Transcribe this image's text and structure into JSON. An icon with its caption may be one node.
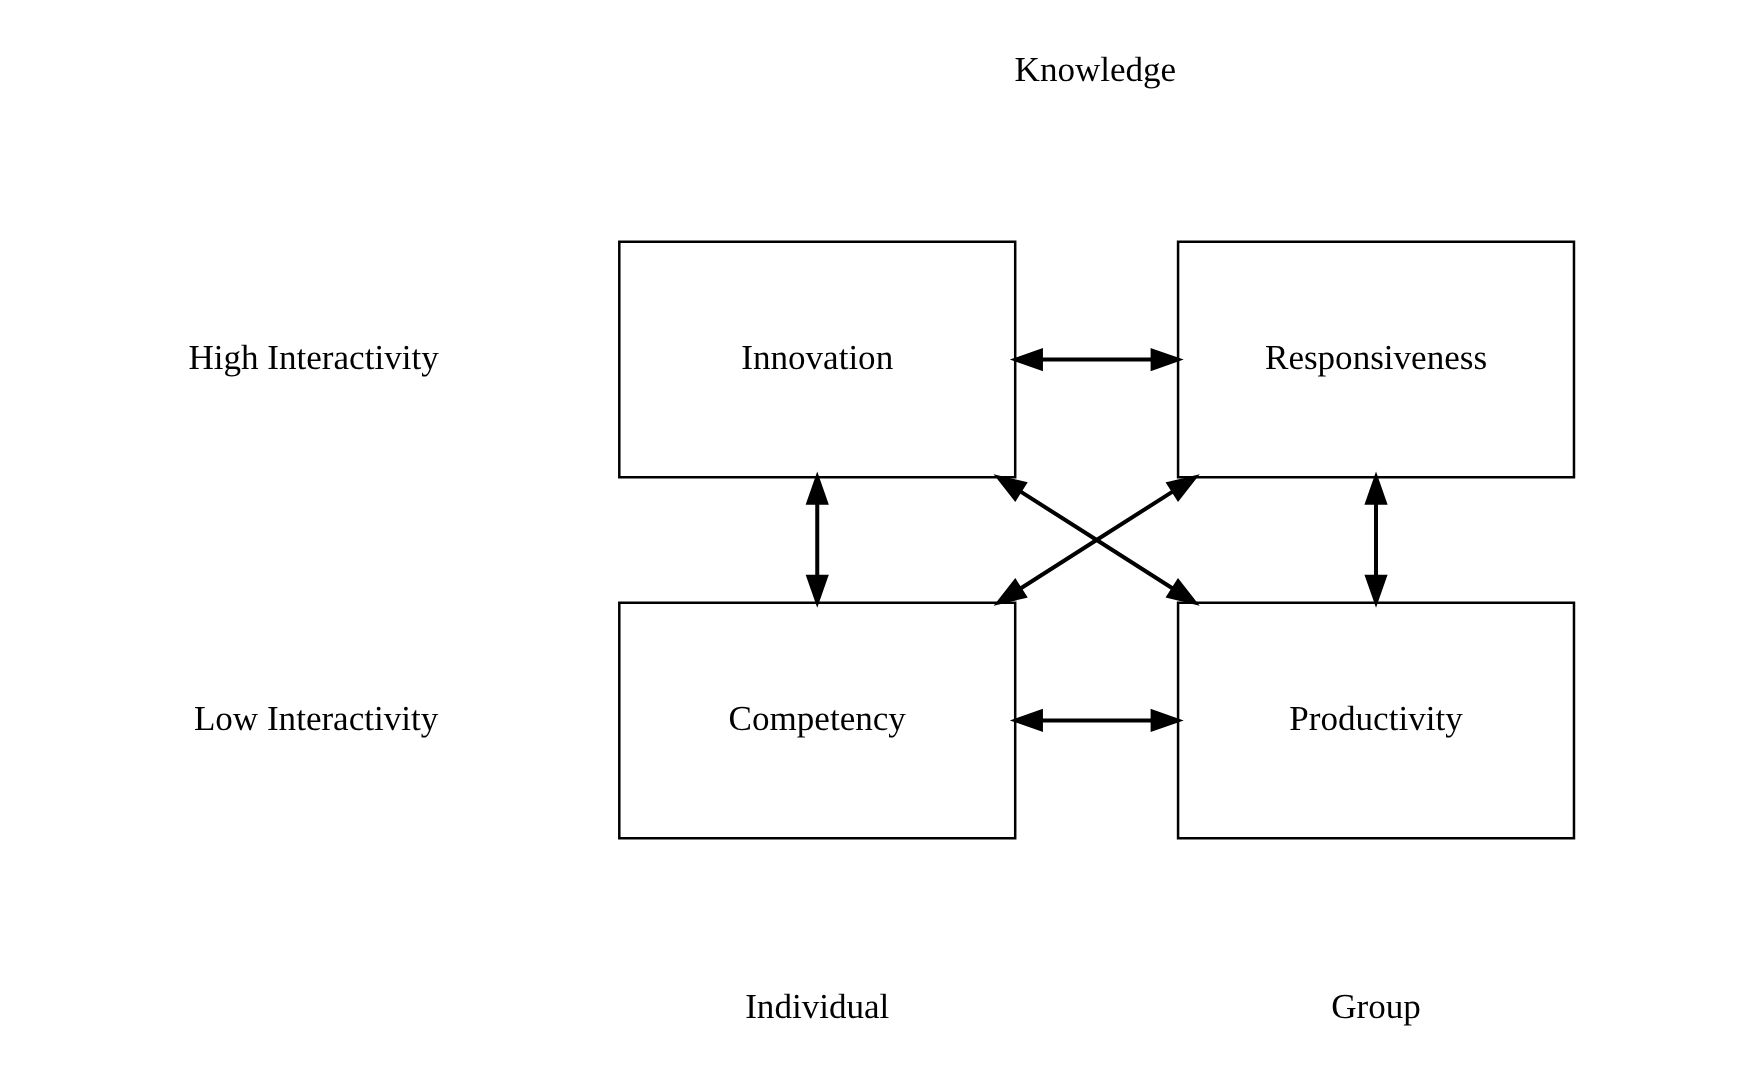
{
  "diagram": {
    "nodes": [
      {
        "text": [
          "Innovation"
        ]
      },
      {
        "text": [
          "Responsiveness"
        ]
      },
      {
        "text": [
          "Competency"
        ]
      },
      {
        "text": [
          "Productivity"
        ]
      }
    ],
    "edges": [
      {
        "from": 0,
        "to": 1,
        "arrow": "both"
      },
      {
        "from": 2,
        "to": 1,
        "arrow": "both"
      },
      {
        "from": 0,
        "to": 3,
        "arrow": "both"
      },
      {
        "from": 2,
        "to": 3,
        "arrow": "both"
      },
      {
        "from": 0,
        "to": 2,
        "arrow": "both"
      },
      {
        "from": 1,
        "to": 3,
        "arrow": "both"
      }
    ],
    "labels": [
      "Knowledge",
      "High Interactivity",
      "Low Interactivity",
      "Individual",
      "Group"
    ]
  }
}
